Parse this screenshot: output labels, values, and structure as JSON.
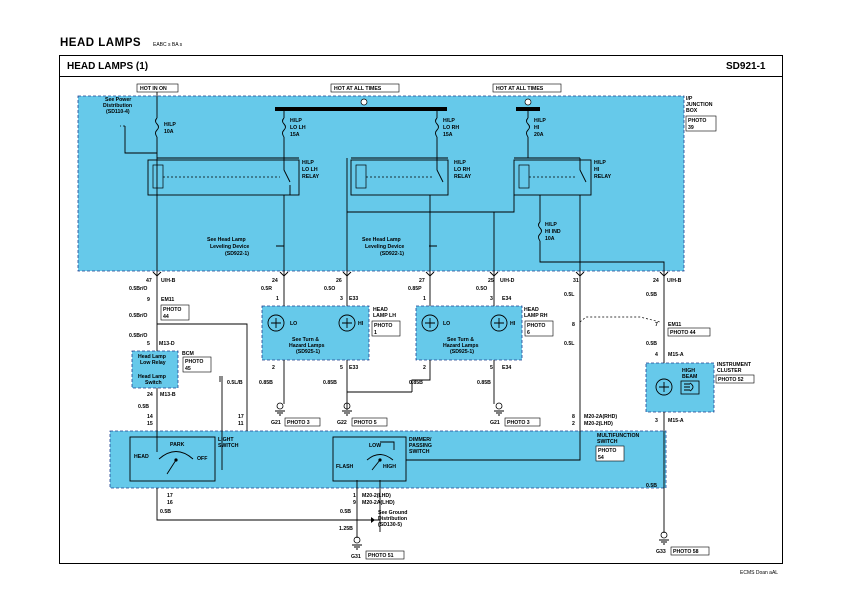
{
  "header": {
    "section": "HEAD LAMPS",
    "code": "EABC s BA s"
  },
  "diagram": {
    "title": "HEAD LAMPS (1)",
    "code": "SD921-1"
  },
  "footer": {
    "code": "ECMS Doan aAL"
  },
  "power": {
    "hot_in_on": "HOT IN ON",
    "hot_at_all_times_1": "HOT AT ALL TIMES",
    "hot_at_all_times_2": "HOT AT ALL TIMES"
  },
  "junction": {
    "name_1": "I/P",
    "name_2": "JUNCTION",
    "name_3": "BOX",
    "photo": "PHOTO 39"
  },
  "fuses": {
    "power_ref_1": "See Power",
    "power_ref_2": "Distribution",
    "power_ref_3": "(SD110-4)",
    "f1": [
      "H/LP",
      "10A"
    ],
    "f2": [
      "H/LP",
      "LO LH",
      "15A"
    ],
    "f3": [
      "H/LP",
      "LO RH",
      "15A"
    ],
    "f4": [
      "H/LP",
      "HI",
      "20A"
    ],
    "f5": [
      "H/LP",
      "HI IND",
      "10A"
    ]
  },
  "relays": {
    "r1": [
      "H/LP",
      "LO LH",
      "RELAY"
    ],
    "r2": [
      "H/LP",
      "LO RH",
      "RELAY"
    ],
    "r3": [
      "H/LP",
      "HI",
      "RELAY"
    ]
  },
  "leveling": {
    "l1": [
      "See Head Lamp",
      "Leveling Device",
      "(SD922-1)"
    ],
    "l2": [
      "See Head Lamp",
      "Leveling Device",
      "(SD922-1)"
    ]
  },
  "pins": {
    "p47": "47",
    "uh8_a": "U/H-B",
    "p24": "24",
    "p26": "26",
    "p27": "27",
    "p25": "25",
    "uh0": "U/H-D",
    "p31": "31",
    "p24b": "24",
    "uh8_b": "U/H-B",
    "p9": "9",
    "em11_a": "EM11",
    "photo44_a": "PHOTO 44",
    "p1a": "1",
    "p3a": "3",
    "e33": "E33",
    "p1b": "1",
    "p3b": "3",
    "e34": "E34",
    "p8": "8",
    "p7": "7",
    "em11_b": "EM11",
    "photo44_b": "PHOTO 44",
    "p5": "5",
    "m13d": "M13-D",
    "p4": "4",
    "m15a_a": "M15-A",
    "p24c": "24",
    "m13b": "M13-B",
    "p2a": "2",
    "p5a": "5",
    "e33b": "E33",
    "p2b": "2",
    "p5b": "5",
    "e34b": "E34",
    "p14": "14",
    "p15": "15",
    "p17": "17",
    "p11": "11",
    "p8b": "8",
    "p2c": "2",
    "m20a_rhd": "M20-2A(RHD)",
    "m20_lhd": "M20-2(LHD)",
    "p3": "3",
    "m15a_b": "M15-A",
    "p17b": "17",
    "p16": "16",
    "p1c": "1",
    "p9c": "9",
    "m20_2_lhd": "M20-2(LHD)",
    "m20_2a_lhd": "M20-2A(LHD)"
  },
  "wires": {
    "w1": "0.5Br/O",
    "w2": "0.5Br/O",
    "w3": "0.5Br/O",
    "w4": "0.5B",
    "w5": "0.5R",
    "w6": "0.5O",
    "w7": "0.85P",
    "w8": "0.5O",
    "w9": "0.5L",
    "w10": "0.5B",
    "w11": "0.5L",
    "w12": "0.5B",
    "w13": "0.5L/B",
    "w14": "0.85B",
    "w15": "0.85B",
    "w16": "0.85B",
    "w17": "0.85B",
    "w18": "0.5B",
    "w19": "1.25B",
    "w20": "0.5B"
  },
  "lamps": {
    "lh_name": [
      "HEAD",
      "LAMP LH"
    ],
    "lh_photo": [
      "PHOTO",
      "1"
    ],
    "rh_name": [
      "HEAD",
      "LAMP RH"
    ],
    "rh_photo": [
      "PHOTO",
      "6"
    ],
    "lo": "LO",
    "hi": "HI",
    "turn_lh": [
      "See Turn &",
      "Hazard Lamps",
      "(SD925-1)"
    ],
    "turn_rh": [
      "See Turn &",
      "Hazard Lamps",
      "(SD925-1)"
    ]
  },
  "bcm": {
    "name": "BCM",
    "photo": [
      "PHOTO",
      "45"
    ],
    "relay": [
      "Head Lamp",
      "Low Relay"
    ],
    "switch": [
      "Head Lamp",
      "Switch"
    ]
  },
  "cluster": {
    "name": [
      "INSTRUMENT",
      "CLUSTER"
    ],
    "photo": "PHOTO 52",
    "beam": [
      "HIGH",
      "BEAM"
    ]
  },
  "grounds": {
    "g21a": "G21",
    "g21a_photo": "PHOTO 3",
    "g22": "G22",
    "g22_photo": "PHOTO 5",
    "g21b": "G21",
    "g21b_photo": "PHOTO 3",
    "g31": "G31",
    "g31_photo": "PHOTO 51",
    "g33": "G33",
    "g33_photo": "PHOTO 58",
    "ground_ref": [
      "See Ground",
      "Distribution",
      "(SD130-5)"
    ]
  },
  "switch": {
    "light": [
      "LIGHT",
      "SWITCH"
    ],
    "head": "HEAD",
    "park": "PARK",
    "off": "OFF",
    "dimmer": [
      "DIMMER/",
      "PASSING",
      "SWITCH"
    ],
    "low": "LOW",
    "flash": "FLASH",
    "high": "HIGH",
    "multi": [
      "MULTIFUNCTION",
      "SWITCH"
    ],
    "photo": [
      "PHOTO",
      "54"
    ]
  }
}
